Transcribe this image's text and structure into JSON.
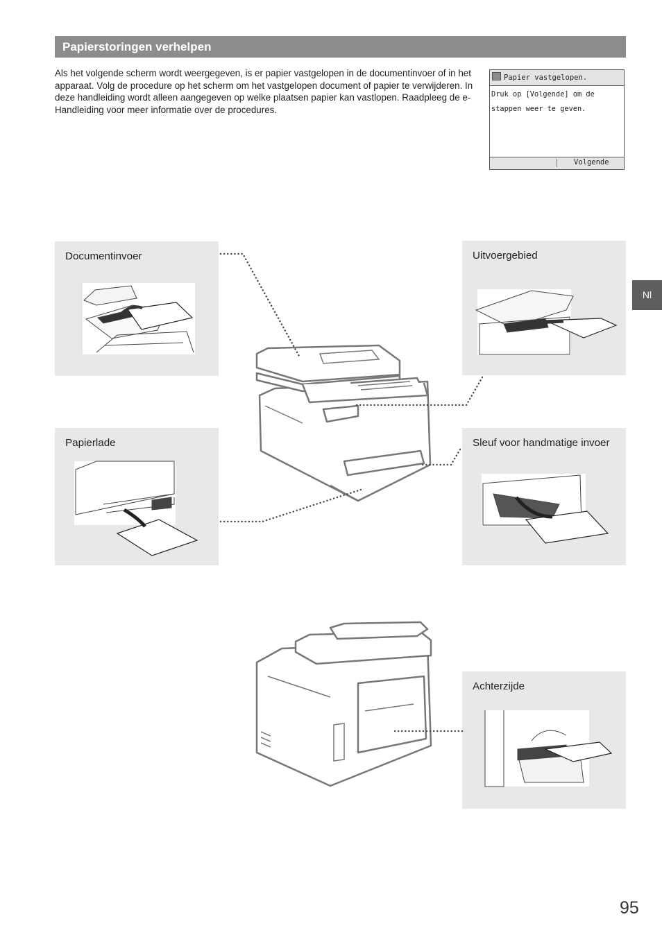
{
  "section": {
    "title": "Papierstoringen verhelpen"
  },
  "intro": {
    "text": "Als het volgende scherm wordt weergegeven, is er papier vastgelopen in de documentinvoer of in het apparaat. Volg de procedure op het scherm om het vastgelopen document of papier te verwijderen. In deze handleiding wordt alleen aangegeven op welke plaatsen papier kan vastlopen. Raadpleeg de e-Handleiding voor meer informatie over de procedures."
  },
  "lcd": {
    "title": "Papier vastgelopen.",
    "line1": "Druk op [Volgende] om de",
    "line2": "stappen weer te geven.",
    "button": "Volgende"
  },
  "panels": {
    "documentinvoer": "Documentinvoer",
    "uitvoergebied": "Uitvoergebied",
    "papierlade": "Papierlade",
    "sleuf": "Sleuf voor handmatige invoer",
    "achterzijde": "Achterzijde"
  },
  "lang_tab": "Nl",
  "page_number": "95",
  "icons": {
    "lcd_status": "jam-warning-icon"
  },
  "colors": {
    "header": "#8c8c8c",
    "panel": "#e8e8e8",
    "tab": "#5e5e5e"
  }
}
